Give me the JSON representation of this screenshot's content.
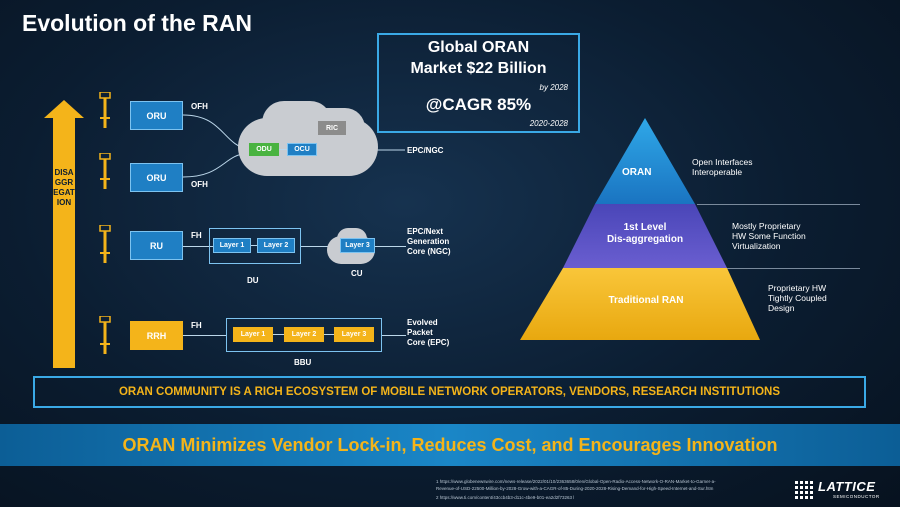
{
  "slide": {
    "title": "Evolution of the RAN",
    "market": {
      "line1": "Global ORAN",
      "line2": "Market $22 Billion",
      "by": "by 2028",
      "cagr": "@CAGR 85%",
      "years": "2020-2028"
    },
    "disaggregation": "DISAGGREGATION",
    "row1": {
      "oru_top": "ORU",
      "ofh_top": "OFH",
      "oru_bottom": "ORU",
      "ofh_bottom": "OFH",
      "ric": "RIC",
      "odu": "ODU",
      "ocu": "OCU",
      "core": "EPC/NGC"
    },
    "row2": {
      "ru": "RU",
      "fh": "FH",
      "layer1": "Layer 1",
      "layer2": "Layer 2",
      "du": "DU",
      "layer3": "Layer 3",
      "cu": "CU",
      "core": "EPC/Next Generation Core (NGC)",
      "core_lines": [
        "EPC/Next",
        "Generation",
        "Core (NGC)"
      ]
    },
    "row3": {
      "rrh": "RRH",
      "fh": "FH",
      "layer1": "Layer 1",
      "layer2": "Layer 2",
      "layer3": "Layer 3",
      "bbu": "BBU",
      "core_lines": [
        "Evolved",
        "Packet",
        "Core (EPC)"
      ]
    },
    "pyramid": {
      "top": {
        "label": "ORAN",
        "desc": [
          "Open Interfaces",
          "Interoperable"
        ],
        "color": "#1f8fd8"
      },
      "middle": {
        "label_line1": "1st Level",
        "label_line2": "Dis-aggregation",
        "desc": [
          "Mostly Proprietary",
          "HW Some  Function",
          "Virtualization"
        ],
        "color": "#5b52c7"
      },
      "bottom": {
        "label": "Traditional RAN",
        "desc": [
          "Proprietary HW",
          "Tightly Coupled",
          "Design"
        ],
        "color": "#f4b41a"
      }
    },
    "banner_community": "ORAN COMMUNITY IS A RICH ECOSYSTEM OF MOBILE NETWORK OPERATORS, VENDORS, RESEARCH INSTITUTIONS",
    "banner_main": "ORAN Minimizes Vendor Lock-in, Reduces Cost, and Encourages Innovation",
    "footnotes": [
      "1 https://www.globenewswire.com/news-release/2022/01/10/2363658/0/en/Global-Open-Radio-Access-Network-O-RAN-Market-to-Garner-a-",
      "Revenue-of-USD-22500-Million-by-2028-Grow-with-a-CAGR-of-85-During-2020-2028-Rising-Demand-for-High-Speed-Internet-and-Sur.htm",
      "2 https://www.ti.com/content/43ccb4b3-d11c-4be9-b01-ea2d2f73263 l"
    ],
    "logo": {
      "name": "LATTICE",
      "sub": "SEMICONDUCTOR"
    },
    "colors": {
      "accent_blue": "#3aa9e6",
      "accent_yellow": "#f4b41a"
    }
  }
}
